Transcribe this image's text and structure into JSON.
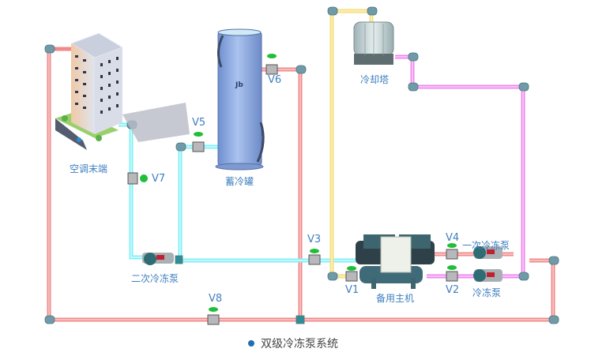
{
  "colors": {
    "hot_pipe": "#f08a8a",
    "chilled_pipe": "#7ff0f5",
    "cooling_supply_pipe": "#f5de7a",
    "cooling_return_pipe": "#ef86ef",
    "fitting": "#6f9aa8",
    "label": "#3f7fbf",
    "valve_handle": "#1fbf3a",
    "caption_dot": "#1f6fb3"
  },
  "equipment": {
    "terminal": "空调末端",
    "storage_tank": "蓄冷罐",
    "cooling_tower": "冷却塔",
    "backup_chiller": "备用主机",
    "primary_pump": "一次冷冻泵",
    "secondary_pump": "二次冷冻泵",
    "chilled_pump": "冷冻泵"
  },
  "valves": {
    "v1": "V1",
    "v2": "V2",
    "v3": "V3",
    "v4": "V4",
    "v5": "V5",
    "v6": "V6",
    "v7": "V7",
    "v8": "V8"
  },
  "caption": "双级冷冻泵系统"
}
